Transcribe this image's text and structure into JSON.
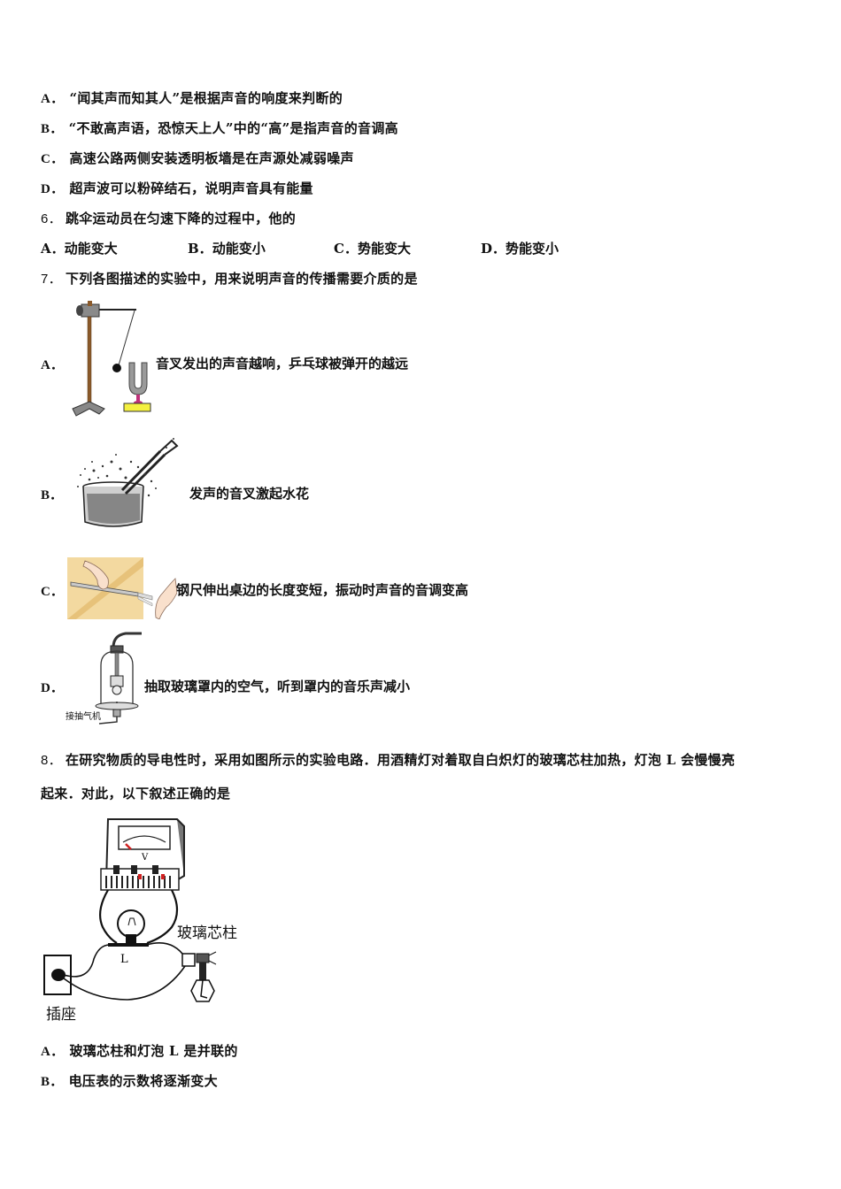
{
  "q5_options": {
    "A": {
      "label": "A．",
      "text": "“闻其声而知其人”是根据声音的响度来判断的"
    },
    "B": {
      "label": "B．",
      "text": "“不敢高声语，恐惊天上人”中的“高”是指声音的音调高"
    },
    "C": {
      "label": "C．",
      "text": "高速公路两侧安装透明板墙是在声源处减弱噪声"
    },
    "D": {
      "label": "D．",
      "text": "超声波可以粉碎结石，说明声音具有能量"
    }
  },
  "q6": {
    "number": "6．",
    "stem": "跳伞运动员在匀速下降的过程中，他的",
    "options": [
      {
        "label": "A．",
        "text": "动能变大"
      },
      {
        "label": "B．",
        "text": "动能变小"
      },
      {
        "label": "C．",
        "text": "势能变大"
      },
      {
        "label": "D．",
        "text": "势能变小"
      }
    ]
  },
  "q7": {
    "number": "7．",
    "stem": "下列各图描述的实验中，用来说明声音的传播需要介质的是",
    "options": [
      {
        "label": "A．",
        "text": "音叉发出的声音越响，乒乓球被弹开的越远",
        "figure": "tuning-fork-pingpong"
      },
      {
        "label": "B．",
        "text": "发声的音叉激起水花",
        "figure": "tuning-fork-water"
      },
      {
        "label": "C．",
        "text": "钢尺伸出桌边的长度变短，振动时声音的音调变高",
        "figure": "steel-ruler-table"
      },
      {
        "label": "D．",
        "text": "抽取玻璃罩内的空气，听到罩内的音乐声减小",
        "figure": "bell-jar-vacuum",
        "figure_label": "接抽气机"
      }
    ]
  },
  "q8": {
    "number": "8．",
    "stem_line1": "在研究物质的导电性时，采用如图所示的实验电路．用酒精灯对着取自白炽灯的玻璃芯柱加热，灯泡 L 会慢慢亮",
    "stem_line2": "起来．对此，以下叙述正确的是",
    "figure": {
      "meter_label": "V",
      "bulb_label": "L",
      "glass_core_label": "玻璃芯柱",
      "socket_label": "插座"
    },
    "options": [
      {
        "label": "A．",
        "text": "玻璃芯柱和灯泡 L 是并联的"
      },
      {
        "label": "B．",
        "text": "电压表的示数将逐渐变大"
      }
    ]
  },
  "colors": {
    "text": "#111111",
    "stand_rod": "#8B5A2B",
    "stand_gray": "#8a8a8a",
    "fork_base": "#f4f040",
    "fork_stem": "#c0307a",
    "table_wood": "#f3d9a0",
    "meter_red": "#d02020"
  }
}
